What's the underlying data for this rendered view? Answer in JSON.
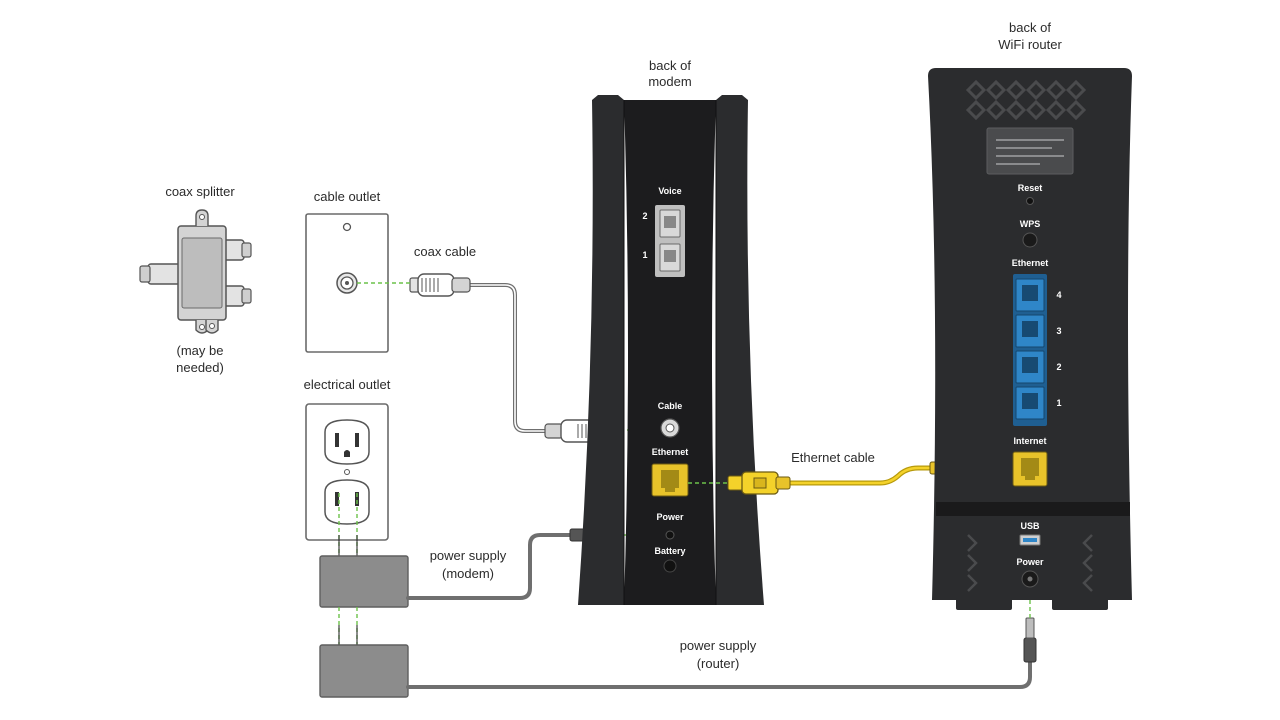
{
  "labels": {
    "coax_splitter": "coax splitter",
    "may_be_needed_1": "(may be",
    "may_be_needed_2": "needed)",
    "cable_outlet": "cable outlet",
    "coax_cable": "coax cable",
    "electrical_outlet": "electrical outlet",
    "power_supply_modem_1": "power supply",
    "power_supply_modem_2": "(modem)",
    "back_of_modem_1": "back of",
    "back_of_modem_2": "modem",
    "back_of_router_1": "back of",
    "back_of_router_2": "WiFi router",
    "ethernet_cable": "Ethernet cable",
    "power_supply_router_1": "power supply",
    "power_supply_router_2": "(router)"
  },
  "modem": {
    "voice": "Voice",
    "voice_port_2": "2",
    "voice_port_1": "1",
    "cable": "Cable",
    "ethernet": "Ethernet",
    "power": "Power",
    "battery": "Battery"
  },
  "router": {
    "reset": "Reset",
    "wps": "WPS",
    "ethernet": "Ethernet",
    "port_4": "4",
    "port_3": "3",
    "port_2": "2",
    "port_1": "1",
    "internet": "Internet",
    "usb": "USB",
    "power": "Power"
  },
  "colors": {
    "device_body": "#2b2c2e",
    "ethernet_cable": "#f4d22a",
    "guide_line": "#6cc24a",
    "router_lan_ports": "#2f86c8"
  }
}
